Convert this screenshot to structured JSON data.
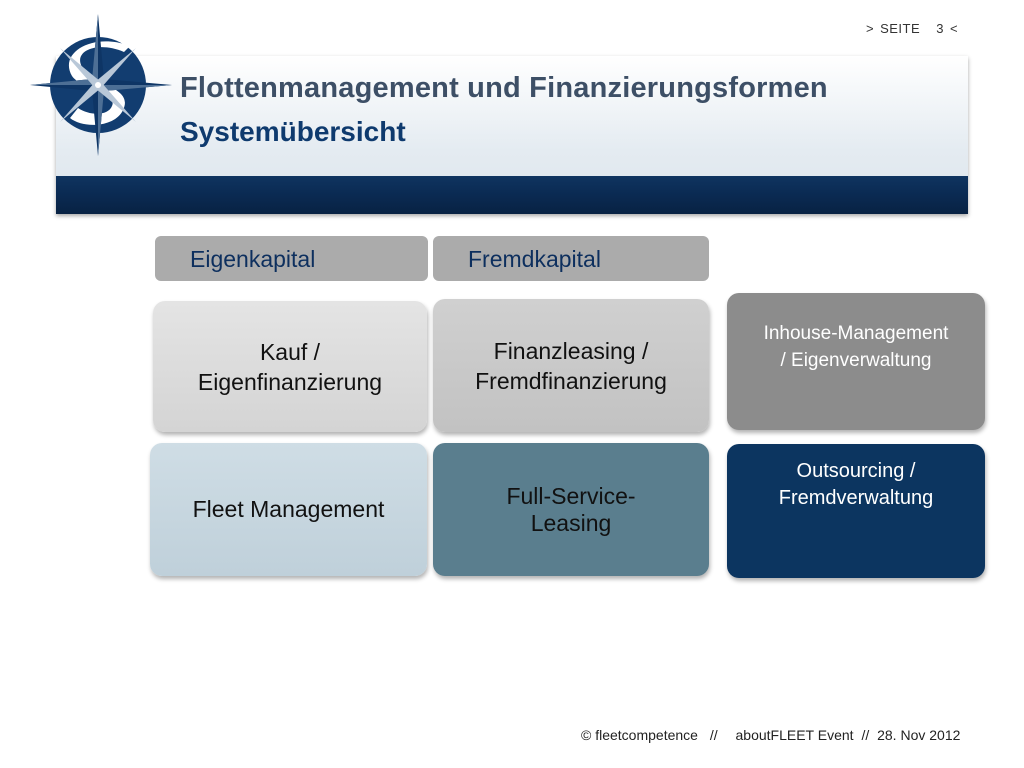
{
  "page": {
    "prefix": ">",
    "label": "SEITE",
    "number": "3",
    "suffix": "<"
  },
  "header": {
    "title": "Flottenmanagement und Finanzierungsformen",
    "subtitle": "Systemübersicht"
  },
  "categories": [
    {
      "label": "Eigenkapital"
    },
    {
      "label": "Fremdkapital"
    }
  ],
  "boxes": {
    "kauf": "Kauf /\nEigenfinanzierung",
    "finanzleasing": "Finanzleasing /\nFremdfinanzierung",
    "inhouse": "Inhouse-Management\n/ Eigenverwaltung",
    "fleet": "Fleet Management",
    "fullservice": "Full-Service-\nLeasing",
    "outsourcing": "Outsourcing /\nFremdverwaltung"
  },
  "colors": {
    "header_bar": "#0a2a52",
    "title_dark": "#3d4f66",
    "subtitle_blue": "#0e3a6e",
    "category_gray": "#ababab",
    "light_gray_box": "#d9d9d9",
    "mid_gray_box": "#8c8c8c",
    "light_blue_box": "#c5d5de",
    "teal_box": "#5a7e8e",
    "navy_box": "#0c3560"
  },
  "footer": {
    "copyright": "© fleetcompetence",
    "sep1": "//",
    "event": "aboutFLEET Event",
    "sep2": "//",
    "date": "28. Nov 2012"
  },
  "icons": {
    "logo": "compass-logo-icon"
  }
}
